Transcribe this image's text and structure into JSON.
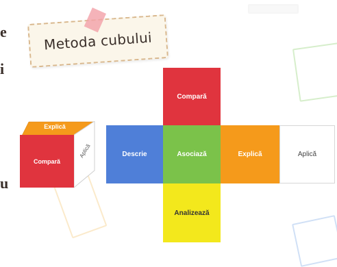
{
  "title": "Metoda cubului",
  "edge_letters": [
    "e",
    "i",
    "u"
  ],
  "faces": {
    "compara": "Compară",
    "descrie": "Descrie",
    "asociaza": "Asociază",
    "explica": "Explică",
    "aplica": "Aplică",
    "analizeaza": "Analizează"
  },
  "cube": {
    "top": "Explică",
    "front": "Compară",
    "side": "Aplică"
  },
  "colors": {
    "red": "#e0343e",
    "blue": "#4f7fd8",
    "green": "#7bc24a",
    "orange": "#f59a1b",
    "yellow": "#f3e81c",
    "white": "#ffffff"
  }
}
